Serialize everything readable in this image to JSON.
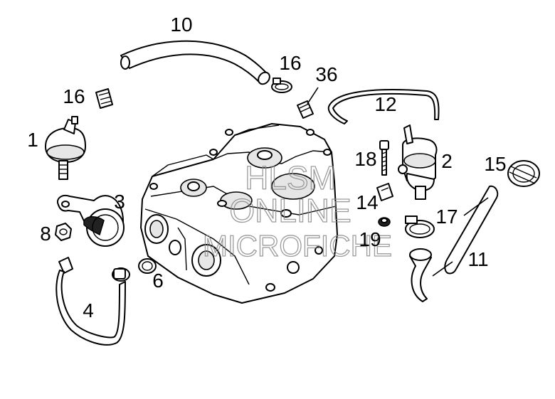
{
  "callouts": {
    "c1": "1",
    "c2": "2",
    "c3": "3",
    "c4": "4",
    "c6": "6",
    "c8": "8",
    "c10": "10",
    "c11": "11",
    "c12": "12",
    "c14": "14",
    "c15": "15",
    "c16a": "16",
    "c16b": "16",
    "c17": "17",
    "c18": "18",
    "c19": "19",
    "c36": "36"
  },
  "watermark": {
    "line1": "HLSM",
    "line2": "ONLINE",
    "line3": "MICROFICHE"
  }
}
